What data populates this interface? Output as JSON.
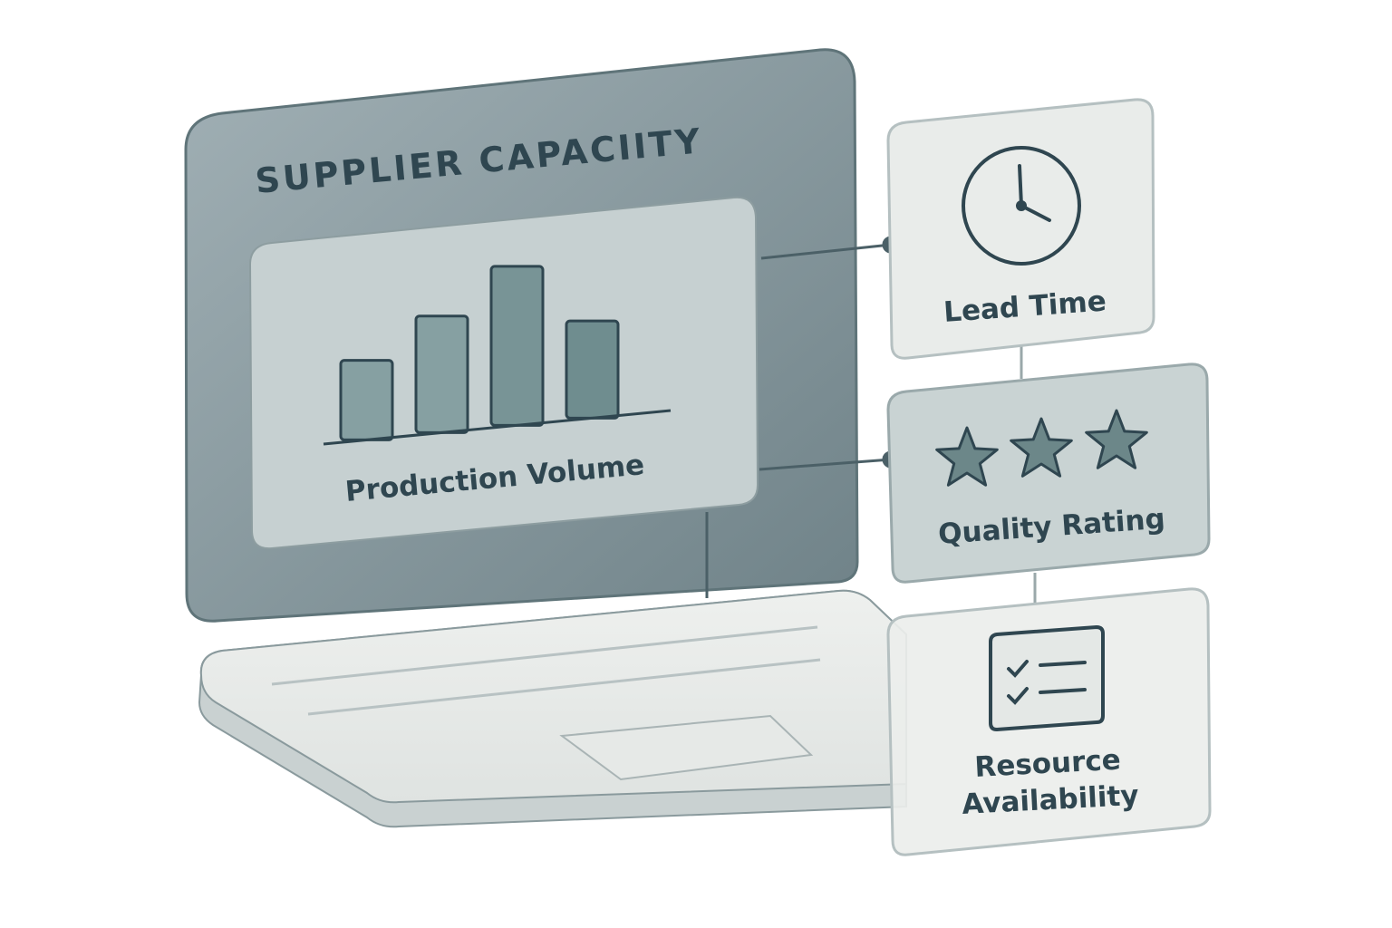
{
  "screen": {
    "title": "SUPPLIER CAPACIITY",
    "chart_card": {
      "label": "Production Volume",
      "bars": [
        0.45,
        0.66,
        0.9,
        0.55
      ]
    }
  },
  "metrics": [
    {
      "label": "Lead Time",
      "icon": "clock-icon"
    },
    {
      "label": "Quality Rating",
      "icon": "star-icon",
      "stars": 3
    },
    {
      "label_line1": "Resource",
      "label_line2": "Availability",
      "icon": "checklist-icon"
    }
  ],
  "colors": {
    "screen": "#8fa2a8",
    "card": "#c7d1d2",
    "bar": "#7c989a",
    "text": "#2f4650",
    "outline": "#5f7479"
  }
}
